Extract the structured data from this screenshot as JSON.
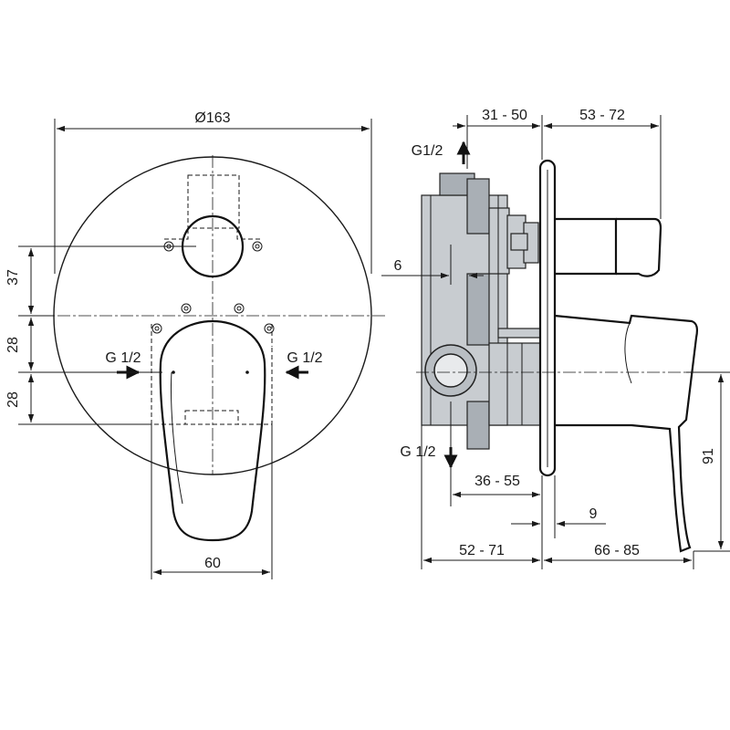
{
  "front_view": {
    "diameter_label": "Ø163",
    "dim_37": "37",
    "dim_28_upper": "28",
    "dim_28_lower": "28",
    "dim_60": "60",
    "inlet_left_label": "G 1/2",
    "inlet_right_label": "G 1/2"
  },
  "side_view": {
    "dim_31_50": "31 - 50",
    "dim_53_72": "53 - 72",
    "outlet_top_label": "G1/2",
    "outlet_bottom_label": "G 1/2",
    "dim_6": "6",
    "dim_36_55": "36 - 55",
    "dim_9": "9",
    "dim_52_71": "52 - 71",
    "dim_66_85": "66 - 85",
    "dim_91": "91"
  }
}
